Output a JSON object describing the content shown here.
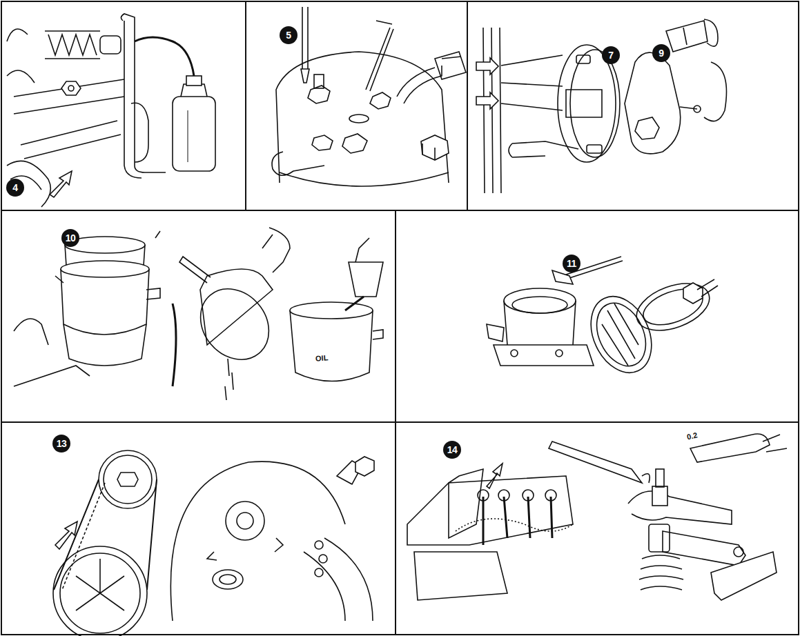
{
  "diagram": {
    "labels": [
      "4",
      "5",
      "7",
      "9",
      "10",
      "OIL",
      "11",
      "13",
      "14",
      "0.2"
    ]
  }
}
